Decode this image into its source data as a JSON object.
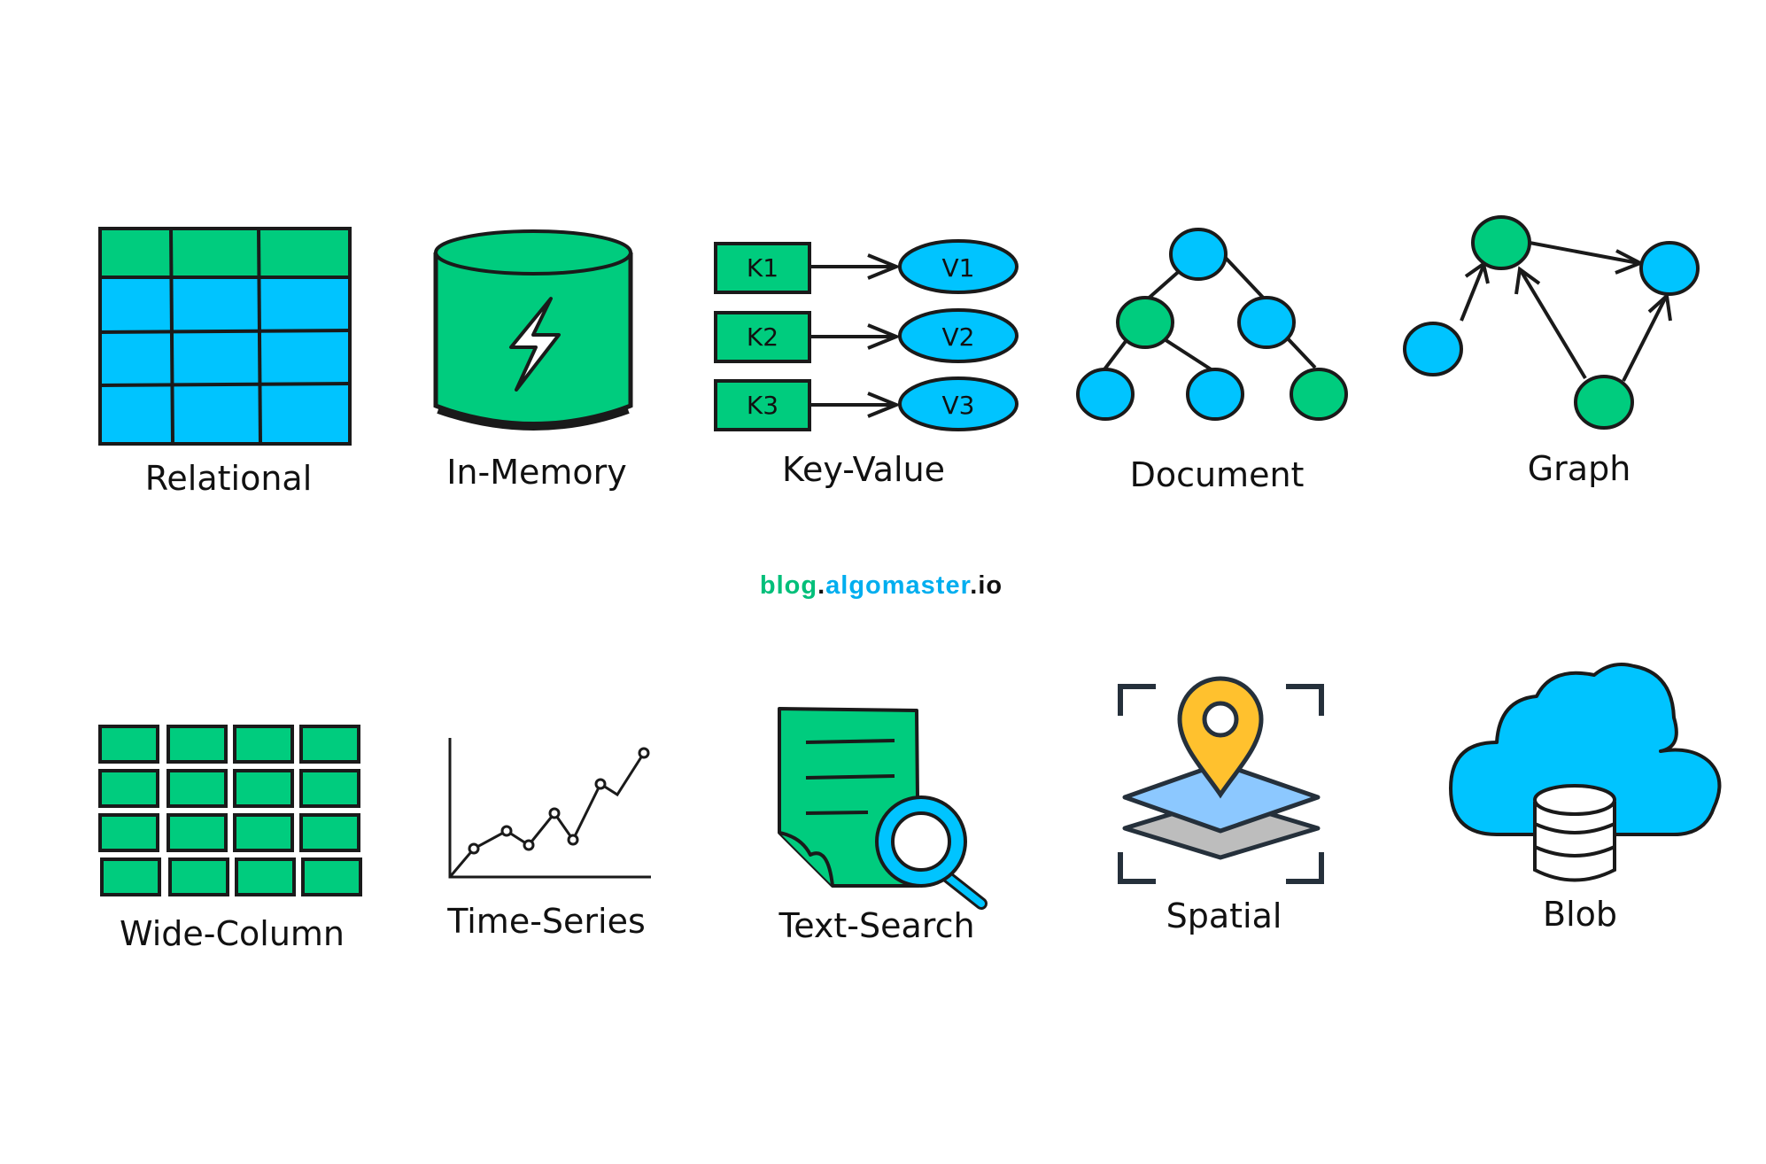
{
  "labels": {
    "relational": "Relational",
    "in_memory": "In-Memory",
    "key_value": "Key-Value",
    "document": "Document",
    "graph": "Graph",
    "wide_column": "Wide-Column",
    "time_series": "Time-Series",
    "text_search": "Text-Search",
    "spatial": "Spatial",
    "blob": "Blob"
  },
  "key_value_pairs": [
    {
      "key": "K1",
      "value": "V1"
    },
    {
      "key": "K2",
      "value": "V2"
    },
    {
      "key": "K3",
      "value": "V3"
    }
  ],
  "brand": {
    "part1": "blog",
    "dot1": ".",
    "part2": "algomaster",
    "dot2": ".",
    "part3": "io"
  },
  "colors": {
    "green": "#00CC7E",
    "blue": "#00C4FF",
    "outline": "#1a1a1a",
    "pin": "#FFC12E",
    "layer_blue": "#8CC8FF",
    "layer_gray": "#BDBDBD"
  }
}
